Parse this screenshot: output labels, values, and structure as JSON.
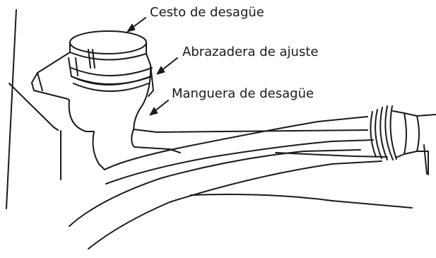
{
  "labels": {
    "drain_basket": "Cesto de desagüe",
    "adjustment_clamp": "Abrazadera de ajuste",
    "drain_hose": "Manguera de desagüe"
  },
  "colors": {
    "line": "#1a1a1a",
    "background": "#ffffff"
  }
}
